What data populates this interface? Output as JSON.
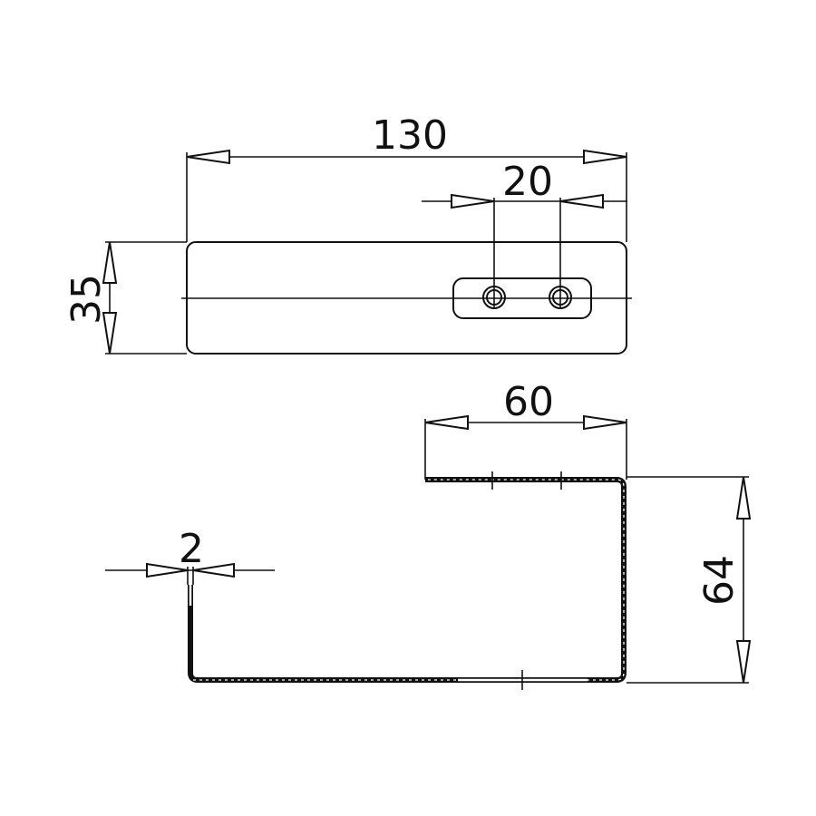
{
  "drawing": {
    "units": "mm",
    "top_view": {
      "overall_length": "130",
      "hole_spacing": "20",
      "width": "35"
    },
    "side_view": {
      "top_flange_length": "60",
      "height": "64",
      "material_thickness": "2"
    },
    "colors": {
      "line": "#111111",
      "background": "#ffffff"
    }
  }
}
